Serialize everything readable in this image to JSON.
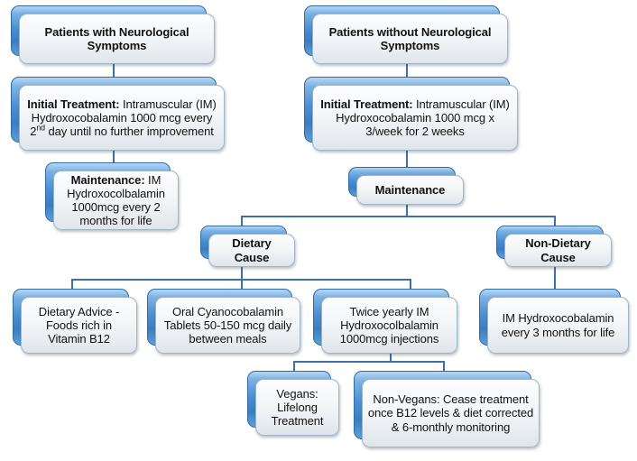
{
  "diagram": {
    "title": "Vitamin B12 deficiency treatment pathway",
    "accent_blue": "#4a8fd1",
    "face_gray": "#f1f4f7",
    "connector_color": "#3f6fa8",
    "text_color": "#111111"
  },
  "nodes": {
    "neuro_symptoms": {
      "label": "Patients with Neurological Symptoms"
    },
    "no_neuro_symptoms": {
      "label": "Patients without Neurological Symptoms"
    },
    "initial_neuro": {
      "label_bold": "Initial Treatment:",
      "label_rest": " Intramuscular (IM) Hydroxocobalamin 1000 mcg every 2",
      "label_sup": "nd",
      "label_tail": " day until no further improvement"
    },
    "initial_no_neuro": {
      "label_bold": "Initial Treatment:",
      "label_rest": " Intramuscular (IM) Hydroxocobalamin 1000 mcg x 3/week for 2 weeks"
    },
    "maintenance_neuro": {
      "label_bold": "Maintenance:",
      "label_rest": " IM Hydroxocolbalamin 1000mcg every 2 months for life"
    },
    "maintenance": {
      "label": "Maintenance"
    },
    "dietary_cause": {
      "label": "Dietary Cause"
    },
    "non_dietary_cause": {
      "label": "Non-Dietary Cause"
    },
    "dietary_advice": {
      "label": "Dietary Advice - Foods rich in Vitamin B12"
    },
    "oral_tablets": {
      "label": "Oral Cyanocobalamin Tablets 50-150 mcg daily between meals"
    },
    "twice_yearly": {
      "label": "Twice yearly IM Hydroxocolbalamin 1000mcg injections"
    },
    "im_three_months": {
      "label": "IM Hydroxocobalamin every 3 months  for life"
    },
    "vegans": {
      "label": "Vegans: Lifelong Treatment"
    },
    "non_vegans": {
      "label": "Non-Vegans: Cease treatment once B12 levels & diet corrected & 6-monthly monitoring"
    }
  }
}
